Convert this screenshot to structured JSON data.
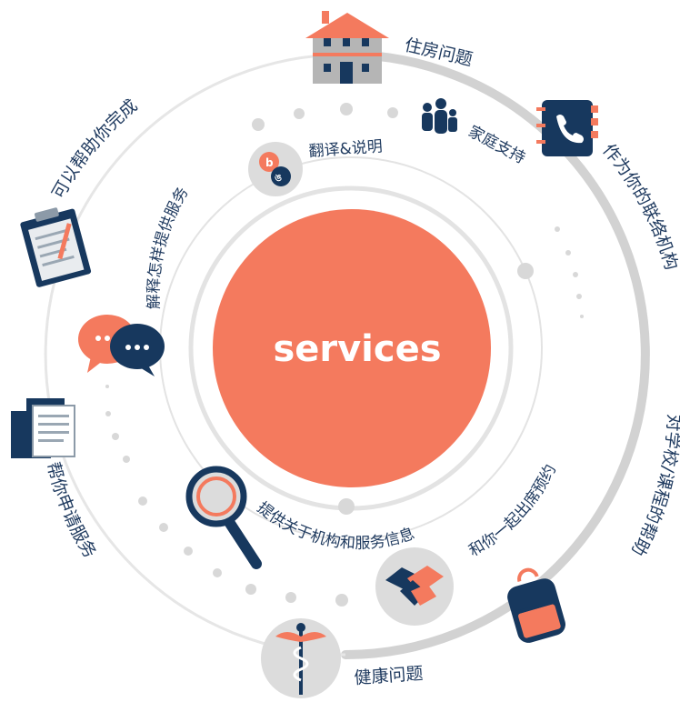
{
  "center": {
    "title": "services"
  },
  "colors": {
    "coral": "#f47a5e",
    "navy": "#17385e",
    "light_gray": "#dcdcdc",
    "ring_gray": "#d9d9d9"
  },
  "outer_labels": {
    "housing": "住房问题",
    "contact": "作为你的联络机构",
    "school": "对学校/课程的帮助",
    "health": "健康问题",
    "apply": "帮你申请服务",
    "forms": "可以帮助你完成"
  },
  "inner_labels": {
    "family": "家庭支持",
    "translate": "翻译&说明",
    "explain": "解释怎样提供服务",
    "info": "提供关于机构和服务信息",
    "appointment": "和你一起出席预约"
  },
  "icons": {
    "housing": "house-icon",
    "contact": "phone-book-icon",
    "school": "backpack-icon",
    "health": "caduceus-icon",
    "apply": "documents-icon",
    "forms": "clipboard-icon",
    "family": "family-icon",
    "translate": "translate-icon",
    "explain": "chat-bubbles-icon",
    "info": "magnifier-icon",
    "appointment": "handshake-icon"
  }
}
